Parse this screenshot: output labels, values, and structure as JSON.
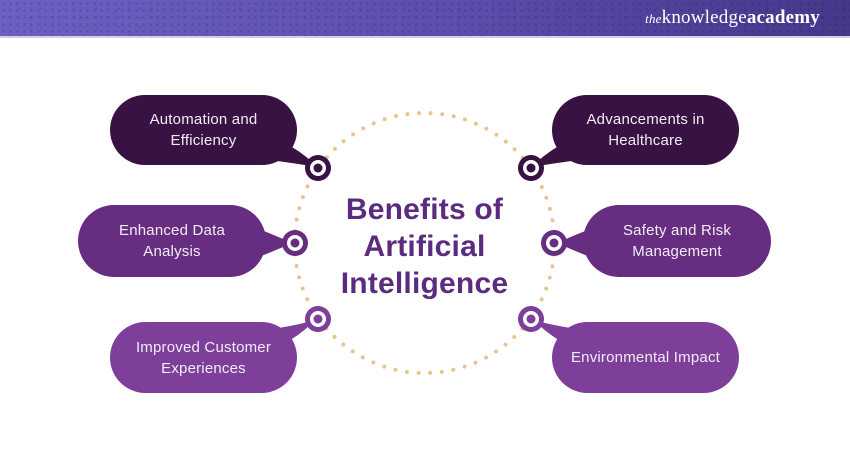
{
  "header": {
    "bar_gradient_left": "#6C61C2",
    "bar_gradient_right": "#45378A",
    "logo": {
      "the": "the",
      "knowledge": "knowledge",
      "academy": "academy"
    }
  },
  "title": {
    "lines": [
      "Benefits of",
      "Artificial",
      "Intelligence"
    ],
    "color": "#5B2B80"
  },
  "diagram": {
    "dot_ring_color": "#E7C58D",
    "nodes": [
      {
        "id": "automation-and-efficiency",
        "lines": [
          "Automation and",
          "Efficiency"
        ],
        "color": "#381243",
        "row": "top",
        "side": "left"
      },
      {
        "id": "enhanced-data-analysis",
        "lines": [
          "Enhanced Data",
          "Analysis"
        ],
        "color": "#662D80",
        "row": "middle",
        "side": "left"
      },
      {
        "id": "improved-customer-experiences",
        "lines": [
          "Improved Customer",
          "Experiences"
        ],
        "color": "#7D3F99",
        "row": "bottom",
        "side": "left"
      },
      {
        "id": "advancements-in-healthcare",
        "lines": [
          "Advancements in",
          "Healthcare"
        ],
        "color": "#381243",
        "row": "top",
        "side": "right"
      },
      {
        "id": "safety-and-risk-management",
        "lines": [
          "Safety and Risk",
          "Management"
        ],
        "color": "#662D80",
        "row": "middle",
        "side": "right"
      },
      {
        "id": "environmental-impact",
        "lines": [
          "Environmental Impact",
          ""
        ],
        "color": "#7D3F99",
        "row": "bottom",
        "side": "right"
      }
    ]
  }
}
